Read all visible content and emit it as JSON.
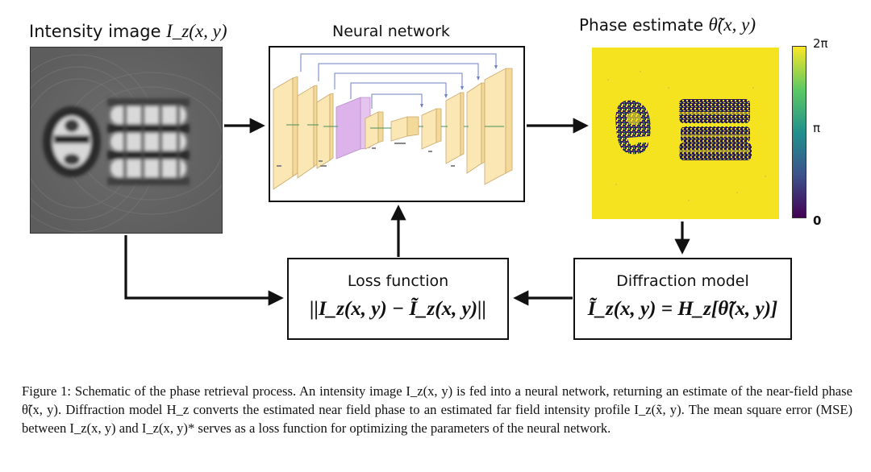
{
  "panels": {
    "intensity": {
      "title_text": "Intensity image ",
      "title_math": "I_z(x, y)"
    },
    "network": {
      "title": "Neural network"
    },
    "phase": {
      "title_text": "Phase estimate ",
      "title_math": "θ̃(x, y)"
    }
  },
  "colorbar": {
    "ticks": [
      "2π",
      "π",
      "0"
    ],
    "colors": [
      "#fde725",
      "#5ec962",
      "#21918c",
      "#3b528b",
      "#440154"
    ]
  },
  "boxes": {
    "loss": {
      "title": "Loss function",
      "equation": "||I_z(x, y) − Ĩ_z(x, y)||"
    },
    "diffraction": {
      "title": "Diffraction model",
      "equation": "Ĩ_z(x, y) = H_z[θ̃(x, y)]"
    }
  },
  "caption": {
    "text": "Figure 1: Schematic of the phase retrieval process. An intensity image I_z(x, y) is fed into a neural network, returning an estimate of the near-field phase θ̃(x, y). Diffraction model H_z converts the estimated near field phase to an estimated far field intensity profile I_z(x̃, y). The mean square error (MSE) between I_z(x, y) and I_z(x, y)* serves as a loss function for optimizing the parameters of the neural network."
  },
  "colors": {
    "phase_background": "#f5e320",
    "phase_dark": "#3a1f5c",
    "unet_block": "#fbe7b3",
    "unet_bottleneck": "#dcb3ea",
    "arrow": "#111111"
  }
}
